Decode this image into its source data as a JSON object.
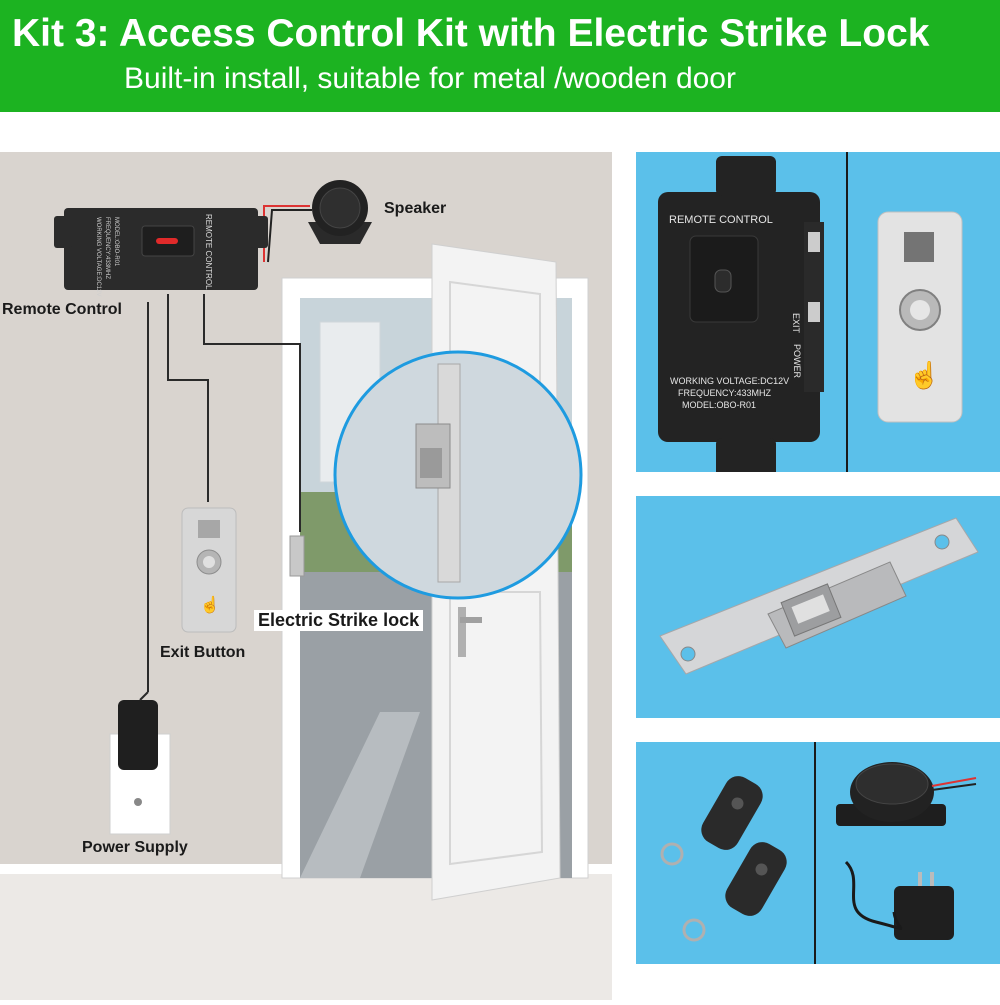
{
  "header": {
    "title": "Kit 3: Access Control Kit with Electric Strike Lock",
    "subtitle": "Built-in install, suitable for metal /wooden door"
  },
  "diagram": {
    "labels": {
      "remote_control": "Remote Control",
      "speaker": "Speaker",
      "exit_button": "Exit Button",
      "strike_lock": "Electric Strike lock",
      "power_supply": "Power Supply"
    },
    "controller_text": {
      "name": "REMOTE CONTROL",
      "voltage": "WORKING VOLTAGE:DC12V",
      "frequency": "FREQUENCY:433MHZ",
      "model": "MODEL:OBO-R01"
    }
  },
  "product_panel": {
    "controller": {
      "name": "REMOTE CONTROL",
      "voltage": "WORKING VOLTAGE:DC12V",
      "frequency": "FREQUENCY:433MHZ",
      "model": "MODEL:OBO-R01",
      "side_exit": "EXIT",
      "side_power": "POWER"
    }
  },
  "colors": {
    "banner": "#1cb321",
    "wall": "#d9d4cf",
    "panel_bg": "#5bc0ea"
  }
}
